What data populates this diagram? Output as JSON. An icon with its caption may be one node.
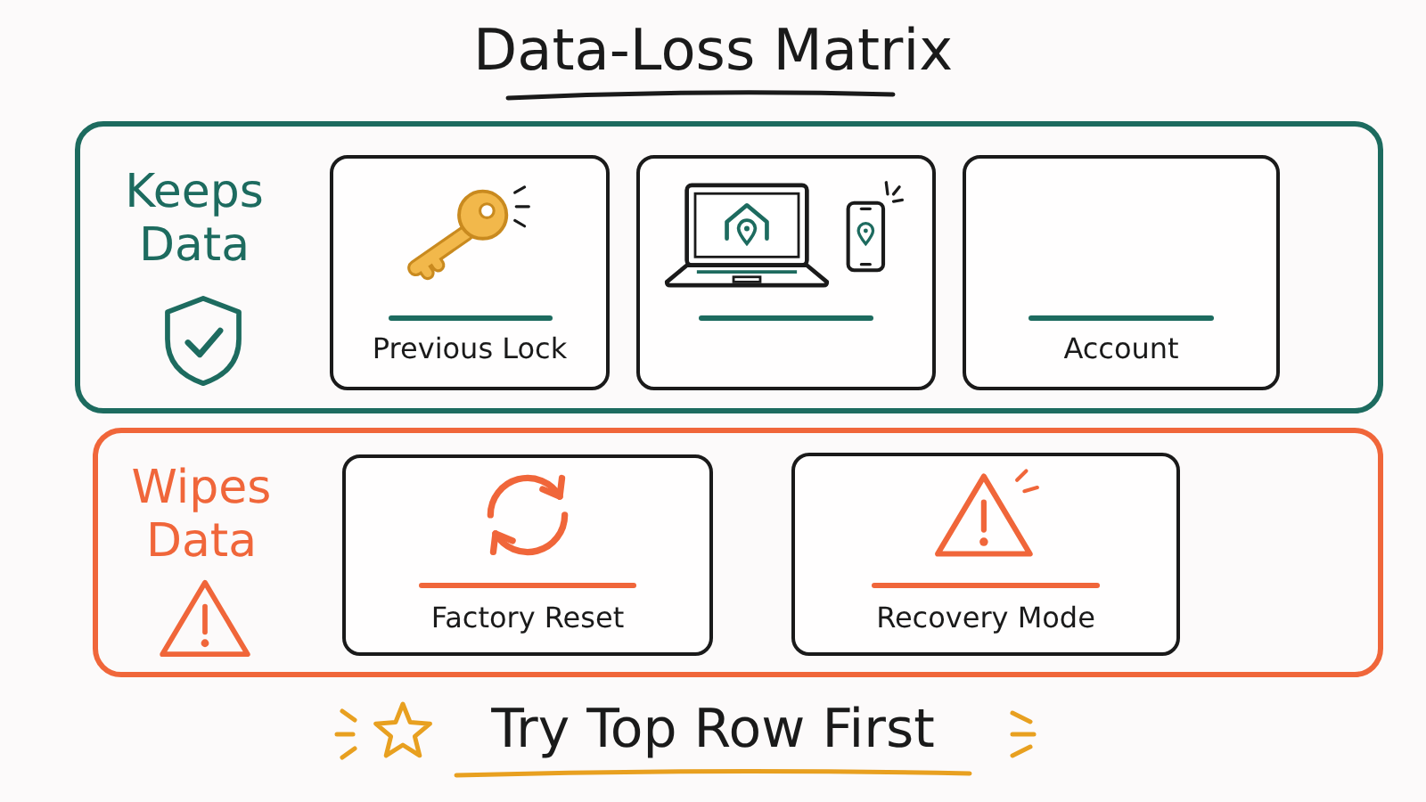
{
  "diagram": {
    "title": "Data-Loss Matrix",
    "caption": "Try Top Row First",
    "nodes": [
      {
        "text": [
          "Keeps Data"
        ]
      },
      {
        "text": [
          "Previous Lock"
        ],
        "in": 0
      },
      {
        "text": [],
        "shape": "box",
        "in": 0
      },
      {
        "text": [
          "Account"
        ],
        "in": 0
      },
      {
        "text": [
          "Wipes Data"
        ]
      },
      {
        "text": [
          "Factory Reset"
        ],
        "in": 4
      },
      {
        "text": [
          "Recovery Mode"
        ],
        "in": 4
      }
    ]
  }
}
